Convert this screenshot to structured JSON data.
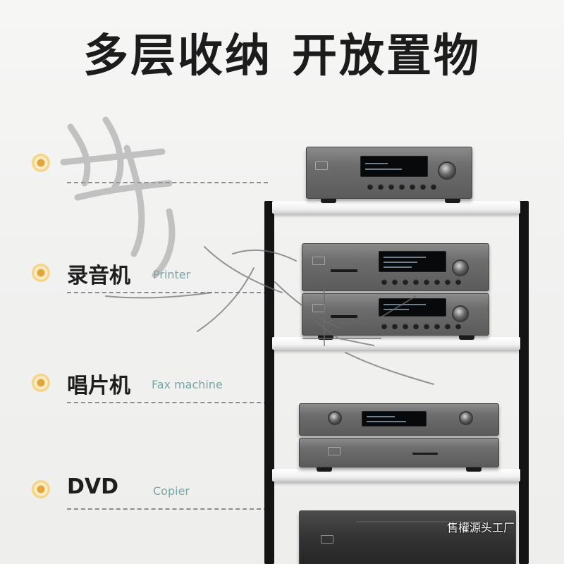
{
  "headline": {
    "part1": "多层收纳",
    "part2": "开放置物"
  },
  "features": [
    {
      "cn": "",
      "en": ""
    },
    {
      "cn": "录音机",
      "en": "Printer"
    },
    {
      "cn": "唱片机",
      "en": "Fax machine"
    },
    {
      "cn": "DVD",
      "en": "Copier"
    }
  ],
  "caption": "售權源头工厂",
  "colors": {
    "headline": "#1c1c1c",
    "label": "#1e1e1e",
    "english_label": "#7aa6a6",
    "dot": "#e0a83c",
    "rack": "#141414",
    "shelf": "#f2f2f2"
  },
  "icons": {
    "bullet": "gold-circle-dot-icon",
    "watermark": "hand-drawn-watermark-graphic"
  }
}
